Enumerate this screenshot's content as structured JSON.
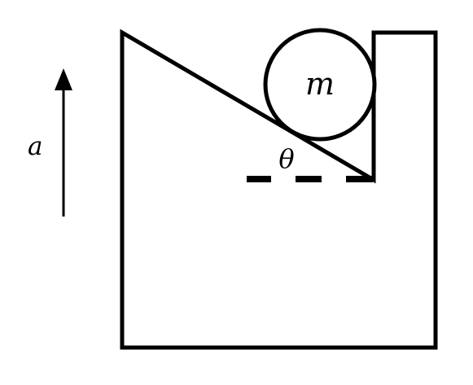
{
  "diagram": {
    "labels": {
      "acceleration": "a",
      "mass": "m",
      "angle": "θ"
    },
    "colors": {
      "stroke": "#000000",
      "background": "#ffffff"
    }
  }
}
